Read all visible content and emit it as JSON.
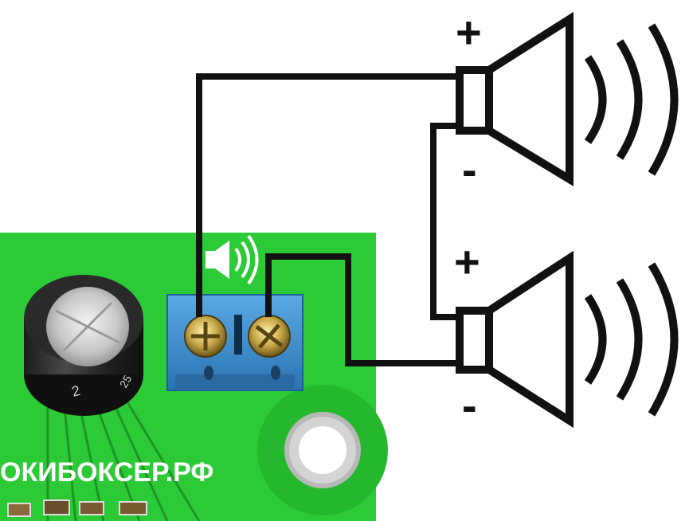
{
  "board": {
    "label": "ОКИБОКСЕР.РФ",
    "color": "#2fd13a",
    "capacitor_text": "2",
    "capacitor_text_b": "25"
  },
  "speaker_top": {
    "plus_sign": "+",
    "minus_sign": "-"
  },
  "speaker_bottom": {
    "plus_sign": "+",
    "minus_sign": "-"
  },
  "colors": {
    "wire": "#111111",
    "terminal_block": "#3a8fd0",
    "pcb": "#2fd13a"
  },
  "icons": {
    "board_speaker": "speaker-sound-icon"
  }
}
